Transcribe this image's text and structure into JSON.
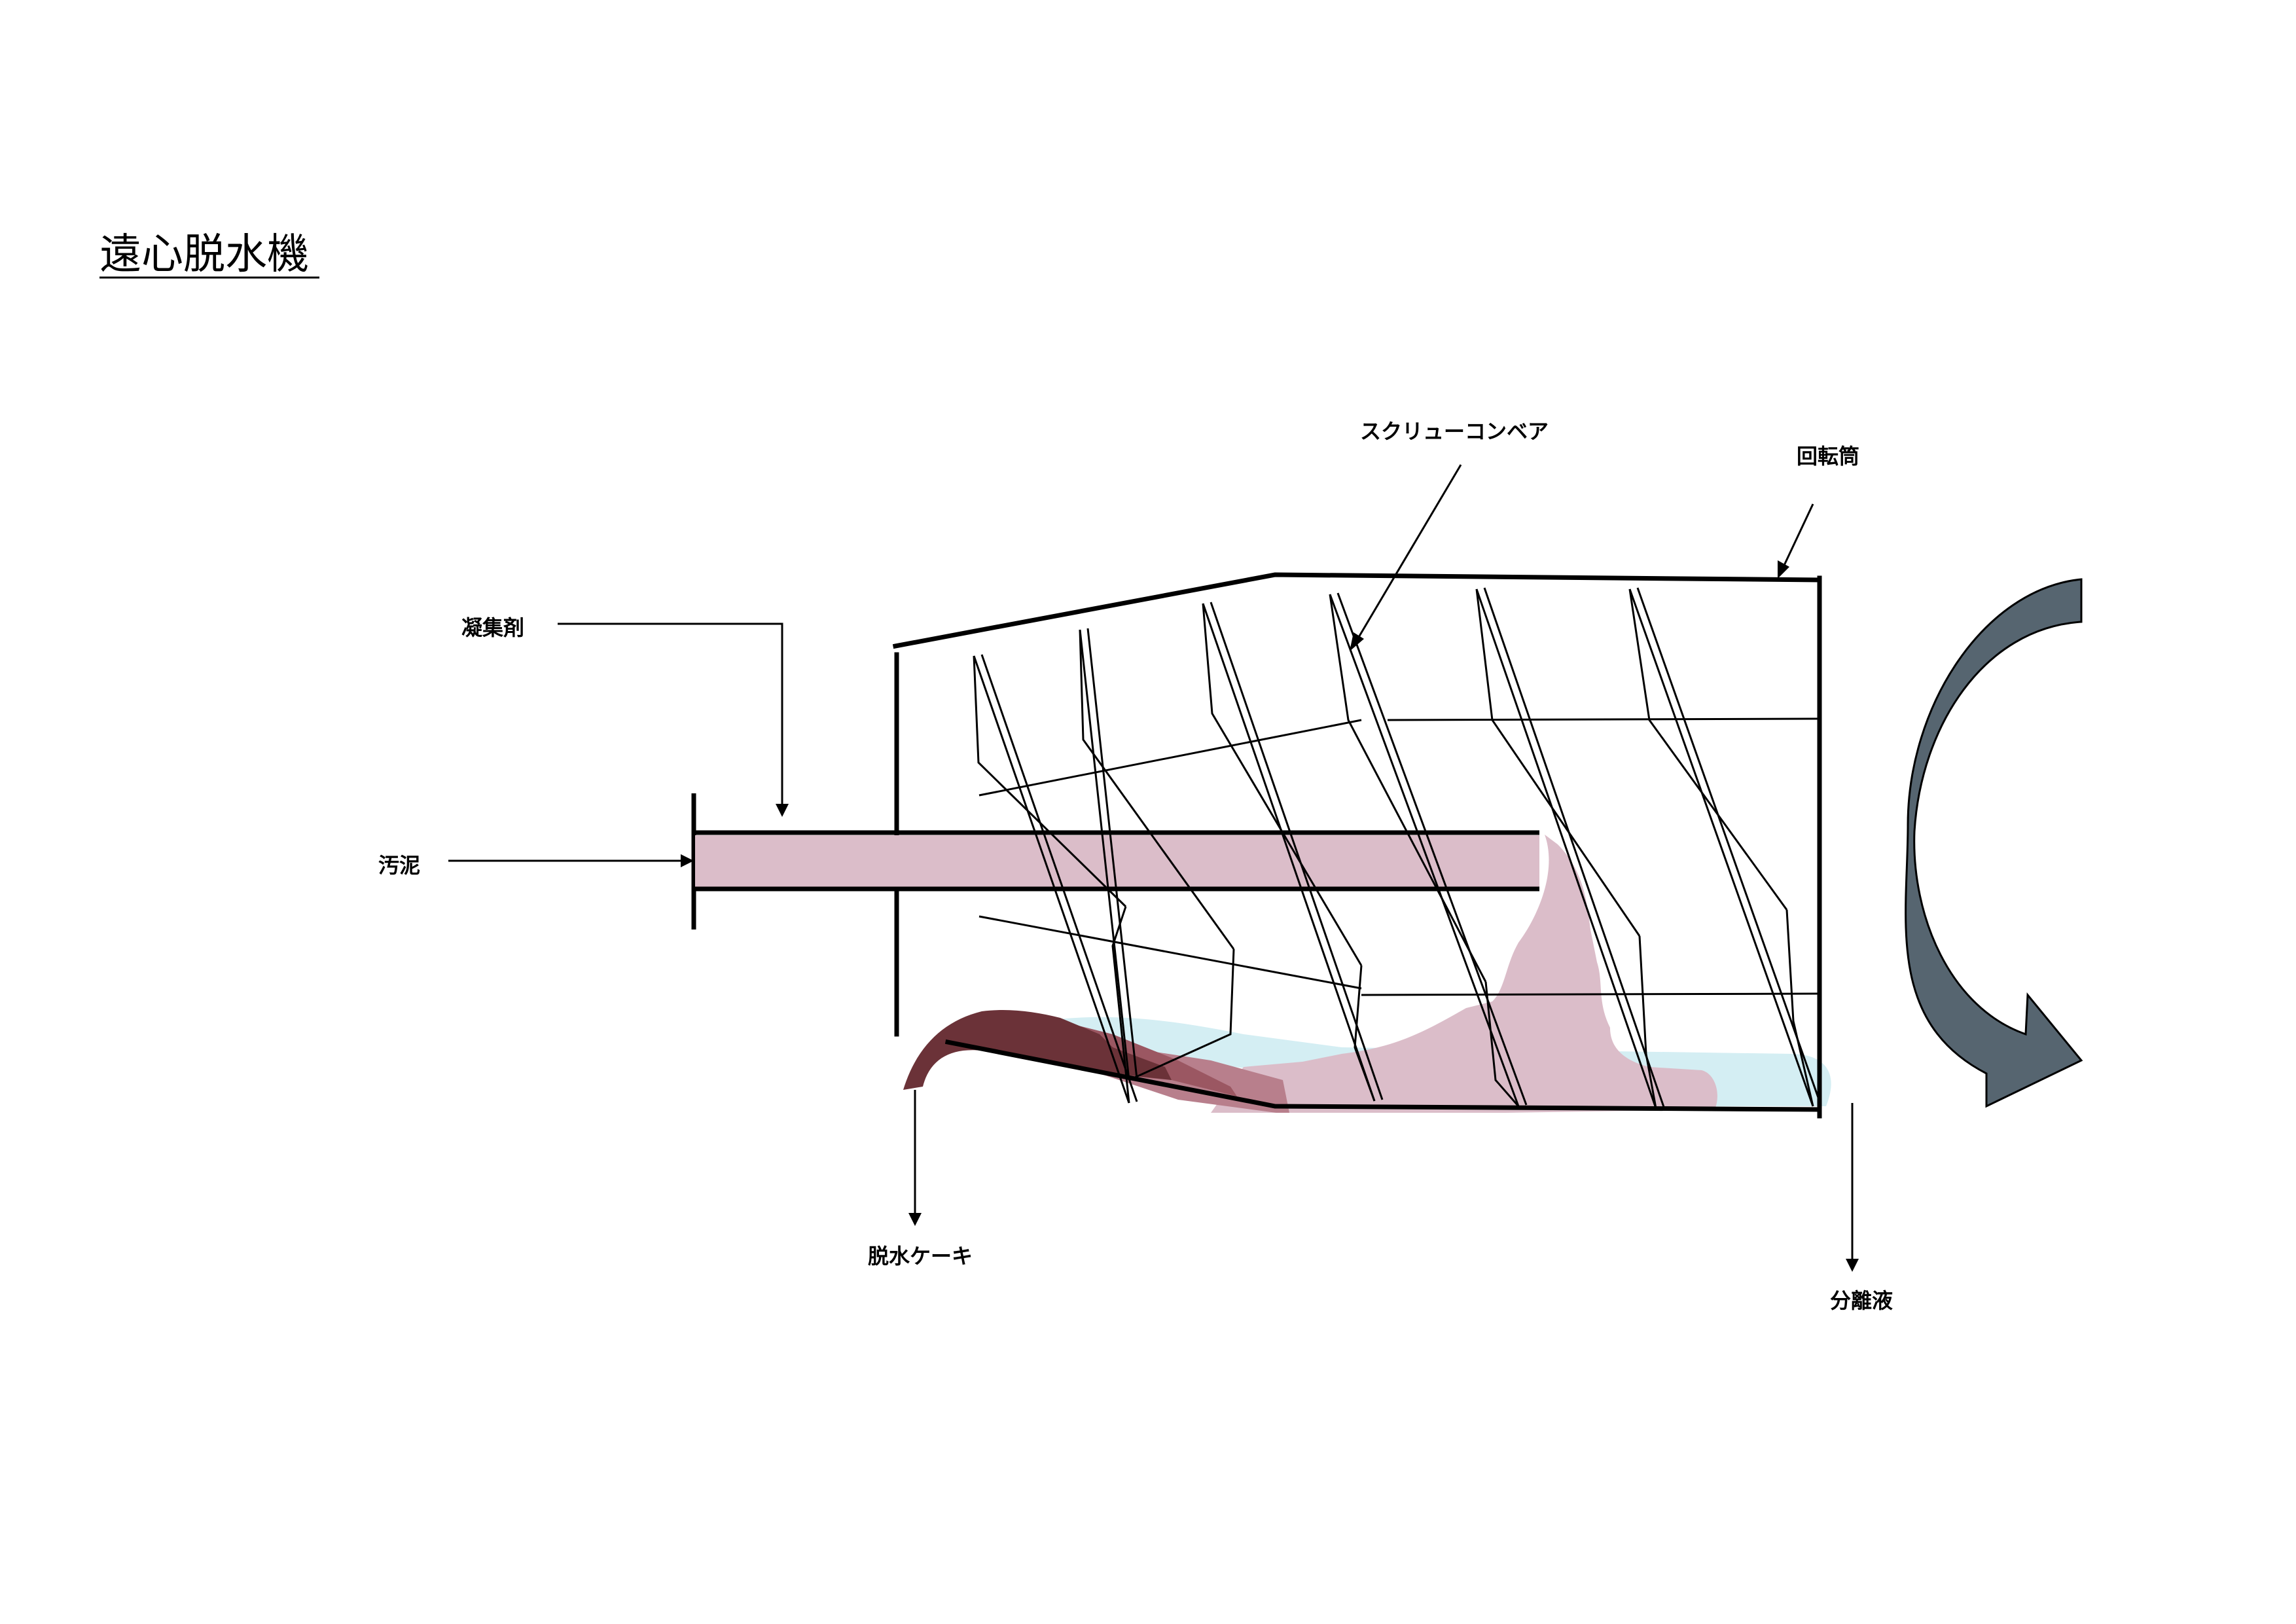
{
  "title": "遠心脱水機",
  "labels": {
    "screw_conveyor": "スクリューコンベア",
    "rotating_drum": "回転筒",
    "flocculant": "凝集剤",
    "sludge": "汚泥",
    "dewatered_cake": "脱水ケーキ",
    "separated_liquid": "分離液"
  },
  "colors": {
    "sludge": "#dbbdc9",
    "cake_dark": "#6b3238",
    "cake_mid": "#9b5762",
    "cake_light": "#b87f8c",
    "liquid": "#d4eef3",
    "rotation_arrow": "#566570",
    "line": "#000000"
  },
  "icons": {
    "rotation": "curved-rotation-arrow-icon"
  }
}
